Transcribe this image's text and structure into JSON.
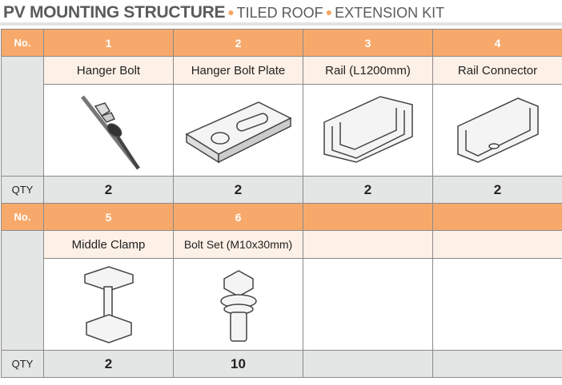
{
  "title": {
    "main": "PV MOUNTING STRUCTURE",
    "sub1": "TILED ROOF",
    "sub2": "EXTENSION KIT"
  },
  "labels": {
    "no": "No.",
    "qty": "QTY"
  },
  "colors": {
    "header": "#f7a96b",
    "name_row": "#fdf0e6",
    "label_col": "#e4e5e5",
    "bullet": "#f5a560"
  },
  "row1": [
    {
      "no": "1",
      "name": "Hanger Bolt",
      "qty": "2",
      "icon": "hanger-bolt-icon"
    },
    {
      "no": "2",
      "name": "Hanger Bolt Plate",
      "qty": "2",
      "icon": "bolt-plate-icon"
    },
    {
      "no": "3",
      "name": "Rail  (L1200mm)",
      "qty": "2",
      "icon": "rail-icon"
    },
    {
      "no": "4",
      "name": "Rail Connector",
      "qty": "2",
      "icon": "rail-connector-icon"
    }
  ],
  "row2": [
    {
      "no": "5",
      "name": "Middle Clamp",
      "qty": "2",
      "icon": "middle-clamp-icon"
    },
    {
      "no": "6",
      "name": "Bolt Set (M10x30mm)",
      "qty": "10",
      "icon": "bolt-set-icon"
    }
  ]
}
